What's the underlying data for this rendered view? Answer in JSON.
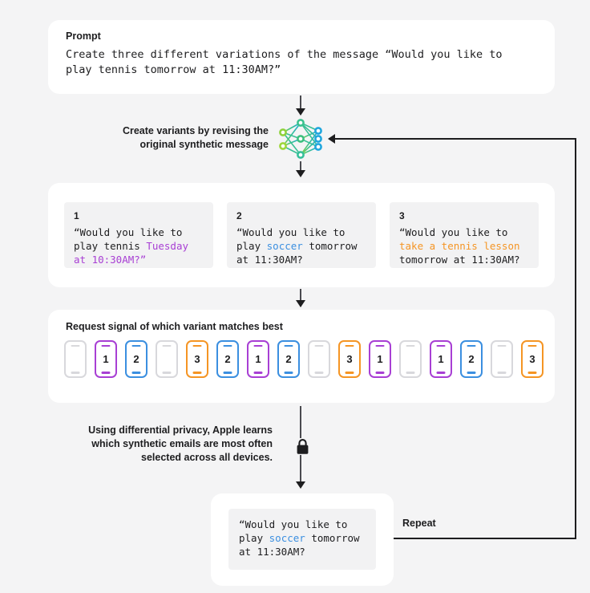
{
  "prompt": {
    "title": "Prompt",
    "text": "Create three different variations of the message “Would you like to\nplay tennis tomorrow at 11:30AM?”"
  },
  "revise_step": {
    "label": "Create variants by revising the\noriginal synthetic message",
    "icon": "neural-network-icon"
  },
  "variants": [
    {
      "number": "1",
      "prefix": "“Would you like to\nplay tennis ",
      "highlight": "Tuesday\nat 10:30AM?”",
      "suffix": "",
      "color": "#a83fd4"
    },
    {
      "number": "2",
      "prefix": "“Would you like to\nplay ",
      "highlight": "soccer",
      "suffix": " tomorrow\nat 11:30AM?",
      "color": "#3b8fe0"
    },
    {
      "number": "3",
      "prefix": "“Would you like to\n",
      "highlight": "take a tennis lesson",
      "suffix": "\ntomorrow at 11:30AM?",
      "color": "#f59524"
    }
  ],
  "devices": {
    "title": "Request signal of which variant matches best",
    "items": [
      {
        "value": "",
        "color": "gray"
      },
      {
        "value": "1",
        "color": "purple"
      },
      {
        "value": "2",
        "color": "blue"
      },
      {
        "value": "",
        "color": "gray"
      },
      {
        "value": "3",
        "color": "orange"
      },
      {
        "value": "2",
        "color": "blue"
      },
      {
        "value": "1",
        "color": "purple"
      },
      {
        "value": "2",
        "color": "blue"
      },
      {
        "value": "",
        "color": "gray"
      },
      {
        "value": "3",
        "color": "orange"
      },
      {
        "value": "1",
        "color": "purple"
      },
      {
        "value": "",
        "color": "gray"
      },
      {
        "value": "1",
        "color": "purple"
      },
      {
        "value": "2",
        "color": "blue"
      },
      {
        "value": "",
        "color": "gray"
      },
      {
        "value": "3",
        "color": "orange"
      }
    ]
  },
  "privacy": {
    "text": "Using differential privacy, Apple learns\nwhich synthetic emails are most often\nselected across all devices.",
    "icon": "lock-icon"
  },
  "result": {
    "prefix": "“Would you like to\nplay ",
    "highlight": "soccer",
    "suffix": " tomorrow\nat 11:30AM?",
    "color": "#3b8fe0"
  },
  "repeat": {
    "label": "Repeat"
  },
  "colors": {
    "background": "#f4f4f5",
    "card": "#ffffff",
    "inner_box": "#f2f2f3",
    "text": "#1d1d1f",
    "line": "#1d1d1f",
    "purple": "#a83fd4",
    "blue": "#3b8fe0",
    "orange": "#f59524",
    "gray_device": "#d8d8dc"
  }
}
